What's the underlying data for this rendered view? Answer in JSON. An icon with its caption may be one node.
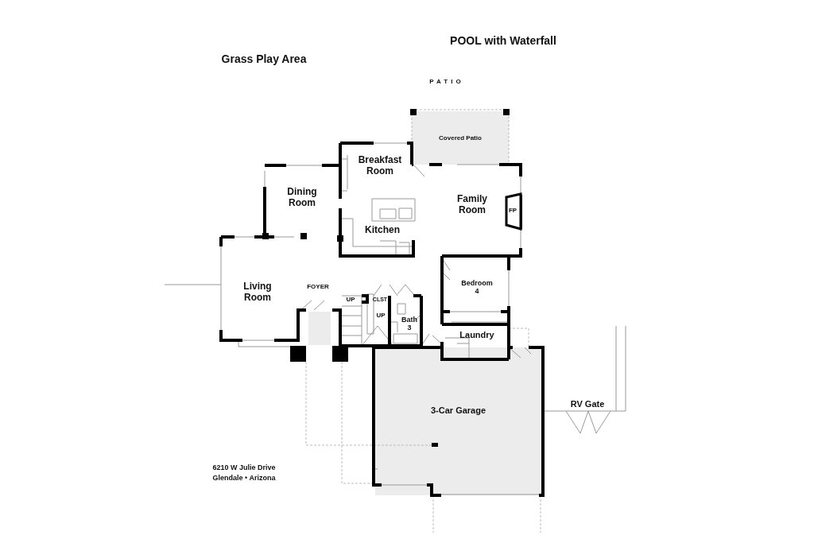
{
  "diagram": {
    "nodes": [
      {
        "text": [
          "Covered Patio"
        ]
      },
      {
        "text": [
          "3-Car Garage"
        ]
      }
    ],
    "labels": [
      "POOL with Waterfall",
      "Grass Play Area",
      "PATIO",
      "Breakfast Room",
      "Dining Room",
      "Family Room",
      "FP",
      "Kitchen",
      "Bedroom 4",
      "Living Room",
      "FOYER",
      "UP",
      "CLST",
      "UP",
      "Bath 3",
      "Laundry",
      "RV Gate",
      "6210 W Julie Drive",
      "Glendale • Arizona"
    ]
  }
}
